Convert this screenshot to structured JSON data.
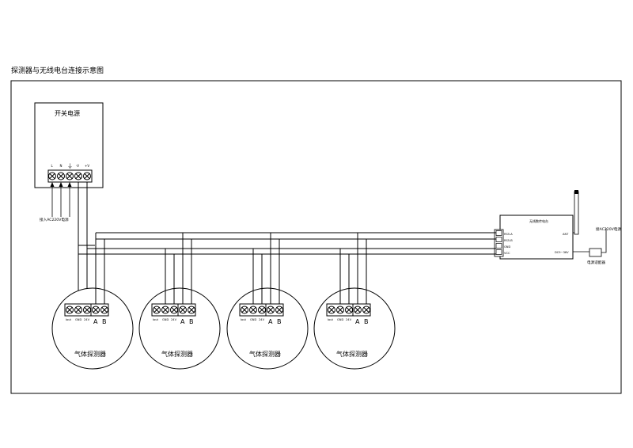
{
  "title": "探测器与无线电台连接示意图",
  "power_supply": {
    "label": "开关电源",
    "terminals": [
      "L",
      "N",
      "⏚",
      "-V",
      "+V"
    ],
    "ac_input_label": "接入AC220V电源"
  },
  "radio": {
    "name_label": "无线数传电台",
    "ports": [
      "RS5-A",
      "RS5-B",
      "GND",
      "VCC"
    ],
    "antenna_label": "ANT",
    "dc_label": "DC9~36V",
    "ac_label": "接AC220V电源",
    "adapter_label": "电源适配器"
  },
  "detectors": [
    {
      "label": "气体探测器",
      "terminals": [
        "Iout",
        "GND",
        "24V"
      ],
      "bus": [
        "A",
        "B"
      ]
    },
    {
      "label": "气体探测器",
      "terminals": [
        "Iout",
        "GND",
        "24V"
      ],
      "bus": [
        "A",
        "B"
      ]
    },
    {
      "label": "气体探测器",
      "terminals": [
        "Iout",
        "GND",
        "24V"
      ],
      "bus": [
        "A",
        "B"
      ]
    },
    {
      "label": "气体探测器",
      "terminals": [
        "Iout",
        "GND",
        "24V"
      ],
      "bus": [
        "A",
        "B"
      ]
    }
  ]
}
